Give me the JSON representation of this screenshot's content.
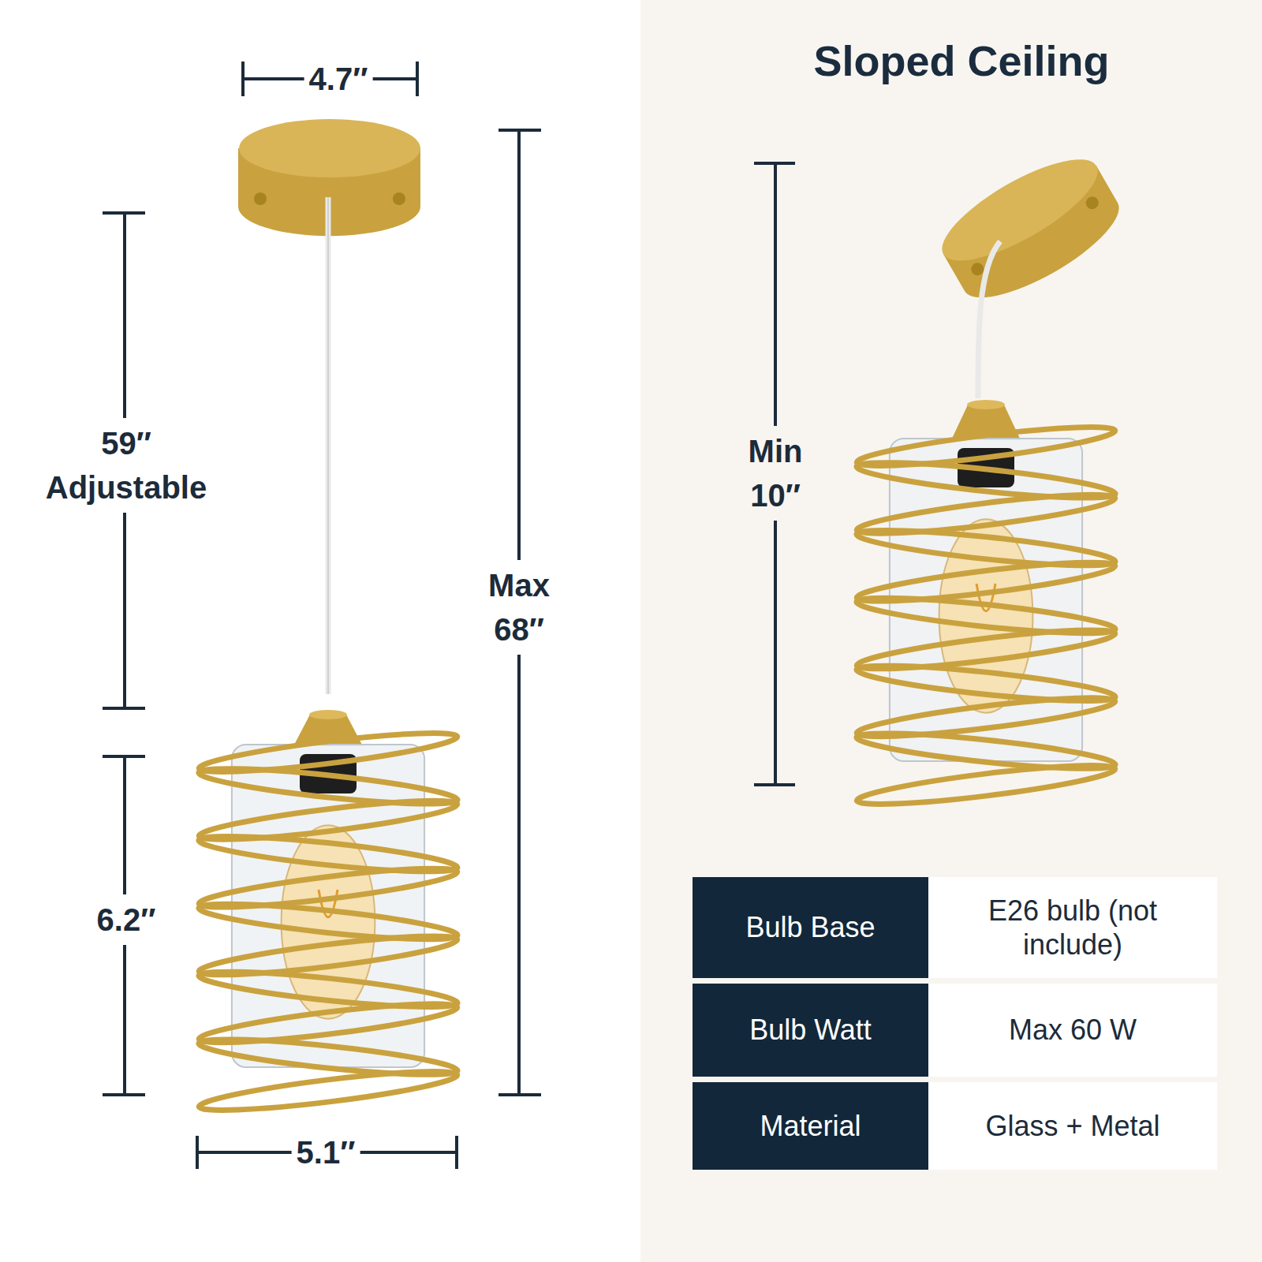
{
  "diagram": {
    "title": "Sloped Ceiling",
    "nodes": [
      {
        "text": [
          "Bulb Base"
        ]
      },
      {
        "text": [
          "E26 bulb (not include)"
        ]
      },
      {
        "text": [
          "Bulb Watt"
        ]
      },
      {
        "text": [
          "Max 60 W"
        ]
      },
      {
        "text": [
          "Material"
        ]
      },
      {
        "text": [
          "Glass + Metal"
        ]
      }
    ],
    "labels": [
      "4.7″",
      "59″ Adjustable",
      "6.2″",
      "Max 68″",
      "5.1″",
      "Min 10″"
    ]
  }
}
